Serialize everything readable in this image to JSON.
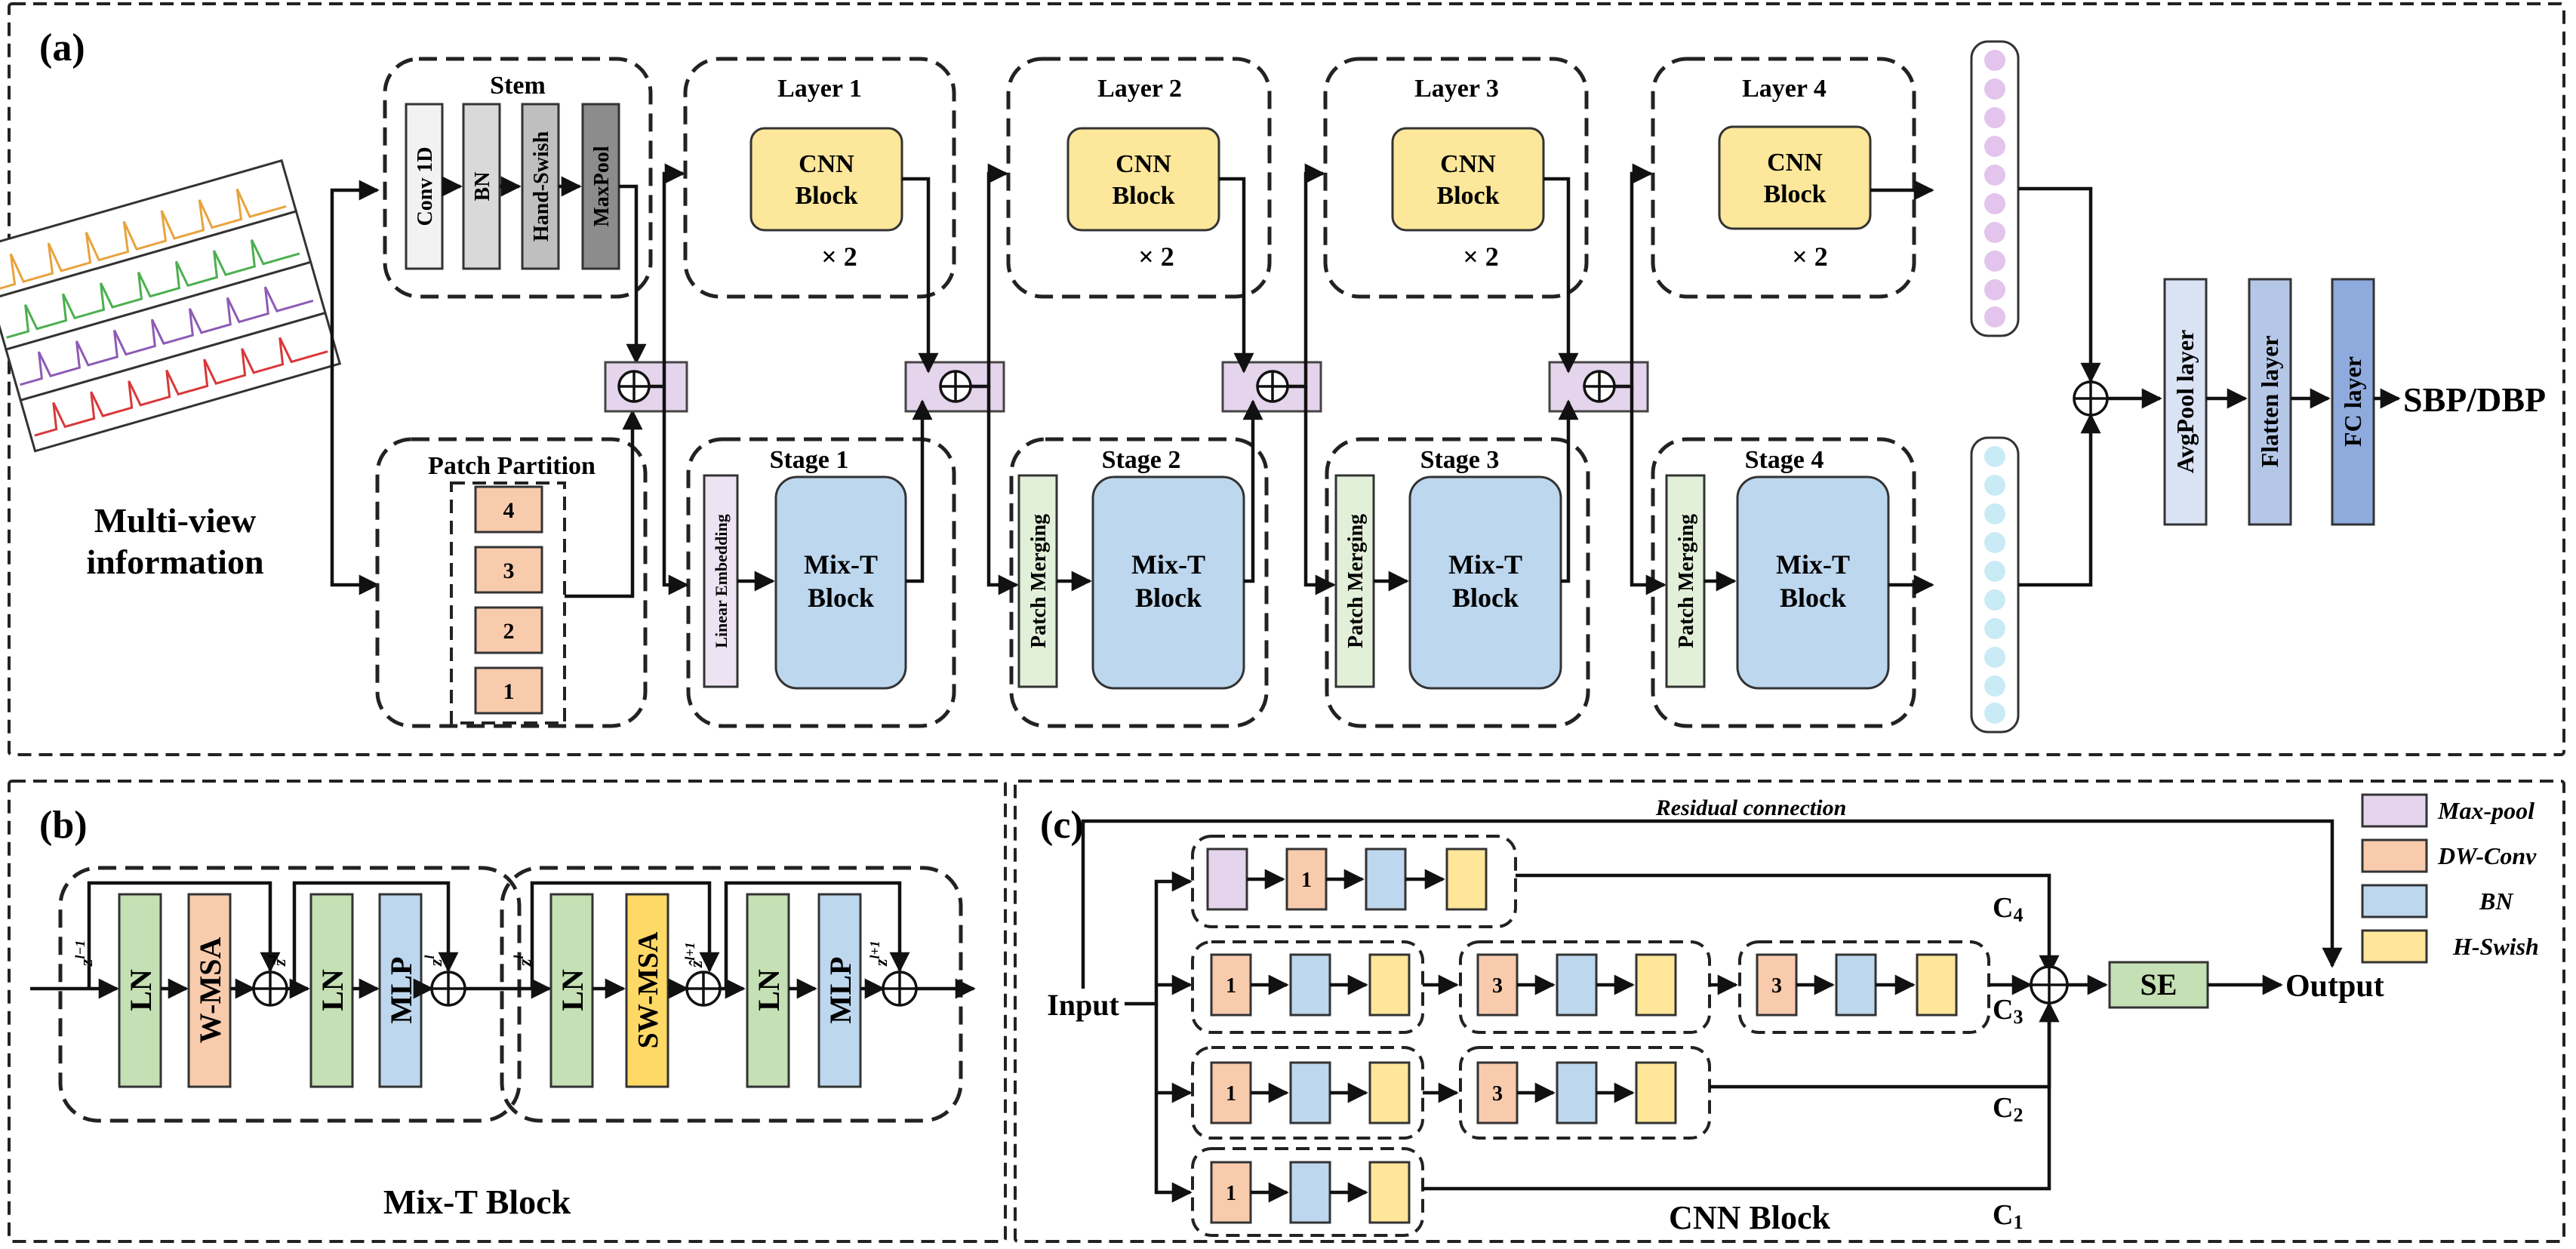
{
  "panel_a": {
    "label": "(a)",
    "input_label_1": "Multi-view",
    "input_label_2": "information",
    "stem": {
      "title": "Stem",
      "items": [
        "Conv 1D",
        "BN",
        "Hand-Swish",
        "MaxPool"
      ]
    },
    "patch_partition": {
      "title": "Patch Partition",
      "items": [
        "4",
        "3",
        "2",
        "1"
      ]
    },
    "layers": [
      {
        "title": "Layer 1",
        "block_1": "CNN",
        "block_2": "Block",
        "repeat": "× 2"
      },
      {
        "title": "Layer 2",
        "block_1": "CNN",
        "block_2": "Block",
        "repeat": "× 2"
      },
      {
        "title": "Layer 3",
        "block_1": "CNN",
        "block_2": "Block",
        "repeat": "× 2"
      },
      {
        "title": "Layer 4",
        "block_1": "CNN",
        "block_2": "Block",
        "repeat": "× 2"
      }
    ],
    "stages": [
      {
        "title": "Stage 1",
        "pre": "Linear Embedding",
        "block_1": "Mix-T",
        "block_2": "Block"
      },
      {
        "title": "Stage 2",
        "pre": "Patch Merging",
        "block_1": "Mix-T",
        "block_2": "Block"
      },
      {
        "title": "Stage 3",
        "pre": "Patch Merging",
        "block_1": "Mix-T",
        "block_2": "Block"
      },
      {
        "title": "Stage 4",
        "pre": "Patch Merging",
        "block_1": "Mix-T",
        "block_2": "Block"
      }
    ],
    "head": [
      "AvgPool layer",
      "Flatten layer",
      "FC layer"
    ],
    "output": "SBP/DBP"
  },
  "panel_b": {
    "label": "(b)",
    "caption": "Mix-T Block",
    "block1": [
      "LN",
      "W-MSA",
      "LN",
      "MLP"
    ],
    "block2": [
      "LN",
      "SW-MSA",
      "LN",
      "MLP"
    ]
  },
  "panel_c": {
    "label": "(c)",
    "residual": "Residual connection",
    "input": "Input",
    "se": "SE",
    "output": "Output",
    "caption": "CNN Block",
    "k1": "1",
    "k3": "3",
    "c_labels": [
      "C4",
      "C3",
      "C2",
      "C1"
    ],
    "legend": [
      "Max-pool",
      "DW-Conv",
      "BN",
      "H-Swish"
    ]
  },
  "colors": {
    "cnn_yellow": "#FCE79A",
    "mixt_blue": "#BDD7EE",
    "dwconv_orange": "#F8CBAD",
    "maxpool_purple": "#E4D4EC",
    "ln_green": "#C5E0B4",
    "sw_msa_yellow": "#FFD966",
    "fc_blue": "#8FAADC",
    "avgpool_blue": "#DAE3F3",
    "flatten_blue": "#B4C7E7",
    "dot_purple": "#E2C4EC",
    "dot_cyan": "#C9EBF6"
  }
}
